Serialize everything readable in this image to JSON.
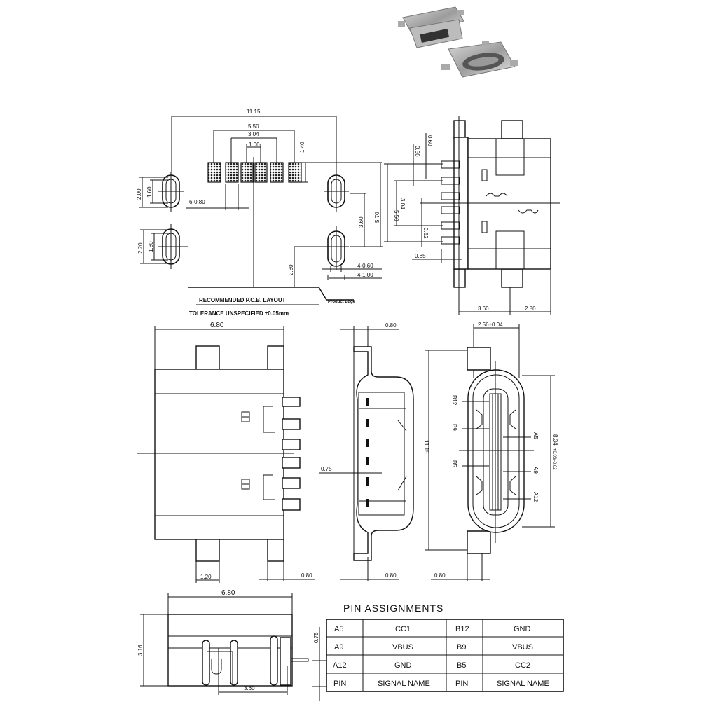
{
  "pcb_layout": {
    "title": "RECOMMENDED P.C.B. LAYOUT",
    "tolerance": "TOLERANCE UNSPECIFIED ±0.05mm",
    "product_edge": "Product Edge",
    "dims": {
      "overall": "11.15",
      "pad_span": "5.50",
      "inner_span": "3.04",
      "pitch": "1.00",
      "pad_len": "1.40",
      "pad_width": "6-0.80",
      "slot1_outer": "2.00",
      "slot1_inner": "1.60",
      "slot2_outer": "2.20",
      "slot2_inner": "1.80",
      "slot_pitch": "3.60",
      "pad_to_slot": "5.70",
      "edge_offset": "2.80",
      "slot_w_inner": "4-0.60",
      "slot_w_outer": "4-1.00"
    }
  },
  "top_view": {
    "dims": {
      "d060": "0.60",
      "d056": "0.56",
      "d550": "5.50",
      "d304": "3.04",
      "d052": "0.52",
      "d085": "0.85",
      "d360": "3.60",
      "d280": "2.80"
    }
  },
  "front_view": {
    "dims": {
      "width": "6.80",
      "tab": "1.20",
      "pin": "0.80"
    }
  },
  "side_view": {
    "dims": {
      "top": "0.80",
      "bottom": "0.80",
      "offset": "0.75"
    }
  },
  "end_view": {
    "dims": {
      "width": "2.56±0.04",
      "length": "11.15",
      "height": "8.34",
      "height_tol": "+0.06/-0.02",
      "bottom": "0.80"
    },
    "pin_labels": {
      "b12": "B12",
      "b9": "B9",
      "b5": "B5",
      "a5": "A5",
      "a9": "A9",
      "a12": "A12"
    }
  },
  "bottom_view": {
    "dims": {
      "width": "6.80",
      "height": "3.16",
      "pitch": "3.60",
      "offset": "0.75"
    }
  },
  "pin_table": {
    "title": "PIN ASSIGNMENTS",
    "rows": [
      {
        "pin1": "A5",
        "sig1": "CC1",
        "pin2": "B12",
        "sig2": "GND"
      },
      {
        "pin1": "A9",
        "sig1": "VBUS",
        "pin2": "B9",
        "sig2": "VBUS"
      },
      {
        "pin1": "A12",
        "sig1": "GND",
        "pin2": "B5",
        "sig2": "CC2"
      },
      {
        "pin1": "PIN",
        "sig1": "SIGNAL NAME",
        "pin2": "PIN",
        "sig2": "SIGNAL NAME"
      }
    ]
  }
}
